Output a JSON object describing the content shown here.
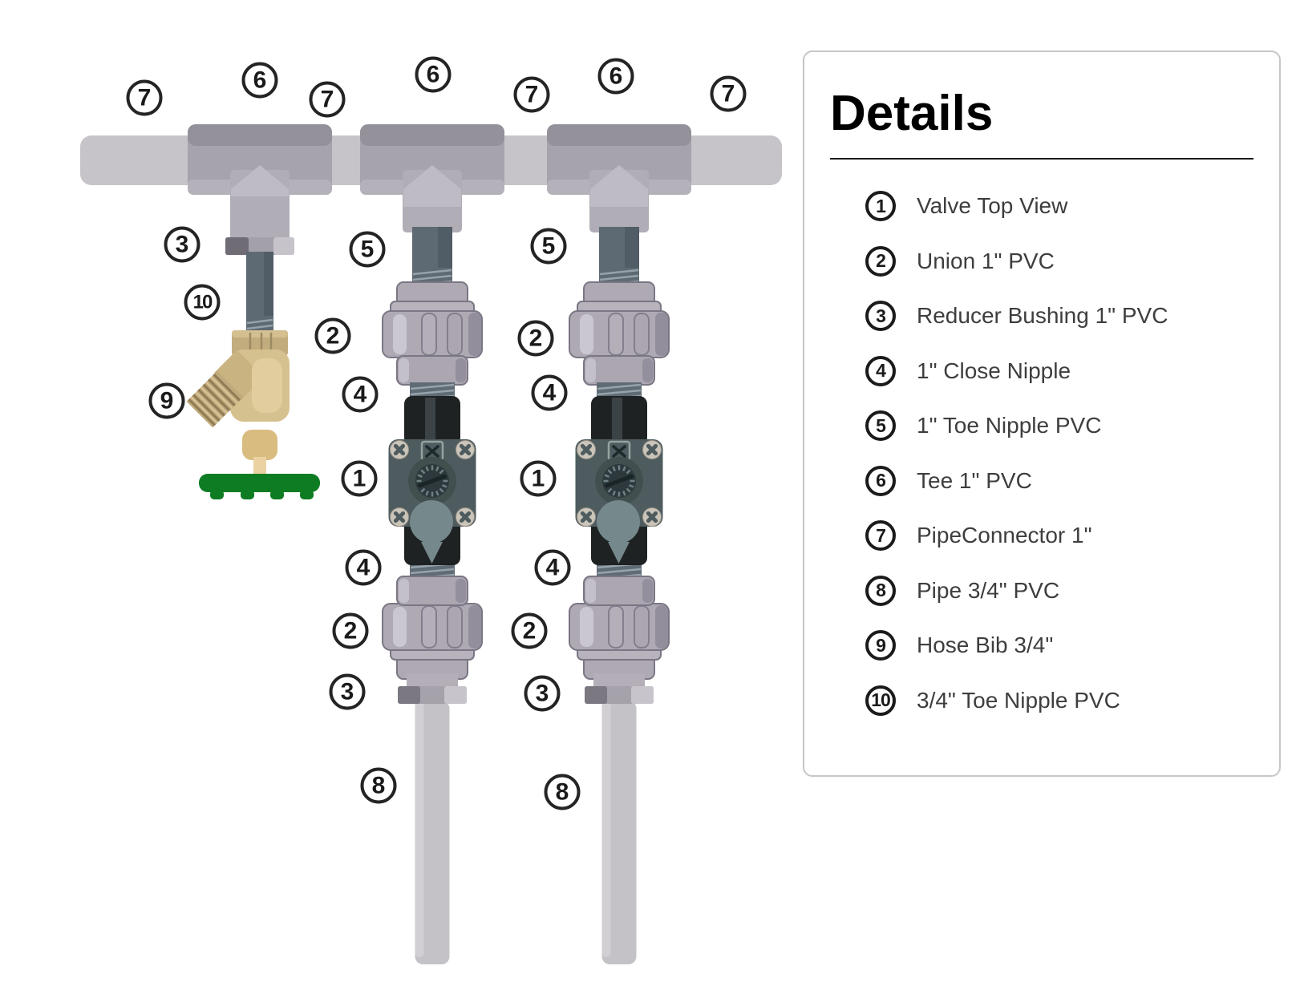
{
  "details": {
    "title": "Details",
    "items": [
      {
        "num": "1",
        "label": "Valve Top View"
      },
      {
        "num": "2",
        "label": "Union 1\" PVC"
      },
      {
        "num": "3",
        "label": "Reducer Bushing 1\" PVC"
      },
      {
        "num": "4",
        "label": "1\" Close Nipple"
      },
      {
        "num": "5",
        "label": "1\" Toe Nipple PVC"
      },
      {
        "num": "6",
        "label": "Tee 1\" PVC"
      },
      {
        "num": "7",
        "label": "PipeConnector 1\""
      },
      {
        "num": "8",
        "label": "Pipe 3/4\" PVC"
      },
      {
        "num": "9",
        "label": "Hose Bib 3/4\""
      },
      {
        "num": "10",
        "label": "3/4\" Toe Nipple PVC"
      }
    ]
  },
  "callouts": [
    {
      "num": "7"
    },
    {
      "num": "6"
    },
    {
      "num": "7"
    },
    {
      "num": "6"
    },
    {
      "num": "7"
    },
    {
      "num": "6"
    },
    {
      "num": "7"
    },
    {
      "num": "3"
    },
    {
      "num": "10"
    },
    {
      "num": "9"
    },
    {
      "num": "5"
    },
    {
      "num": "2"
    },
    {
      "num": "4"
    },
    {
      "num": "1"
    },
    {
      "num": "4"
    },
    {
      "num": "2"
    },
    {
      "num": "3"
    },
    {
      "num": "8"
    },
    {
      "num": "5"
    },
    {
      "num": "2"
    },
    {
      "num": "4"
    },
    {
      "num": "1"
    },
    {
      "num": "4"
    },
    {
      "num": "2"
    },
    {
      "num": "3"
    },
    {
      "num": "8"
    }
  ],
  "colors": {
    "background": "#ffffff",
    "pipe_gray": "#c6c3c9",
    "tee_gray": "#a7a3ac",
    "union_gray": "#aea9b3",
    "toe_nipple_slate": "#5d6a74",
    "valve_body_black": "#1f2223",
    "valve_face_slate": "#4e5c5f",
    "solenoid_gray_blue": "#75888c",
    "hose_bib_brass": "#d5c08f",
    "handle_green": "#0d7c22",
    "callout_border": "#242424",
    "legend_text": "#3e3e3e",
    "panel_border": "#c7c7c7"
  }
}
